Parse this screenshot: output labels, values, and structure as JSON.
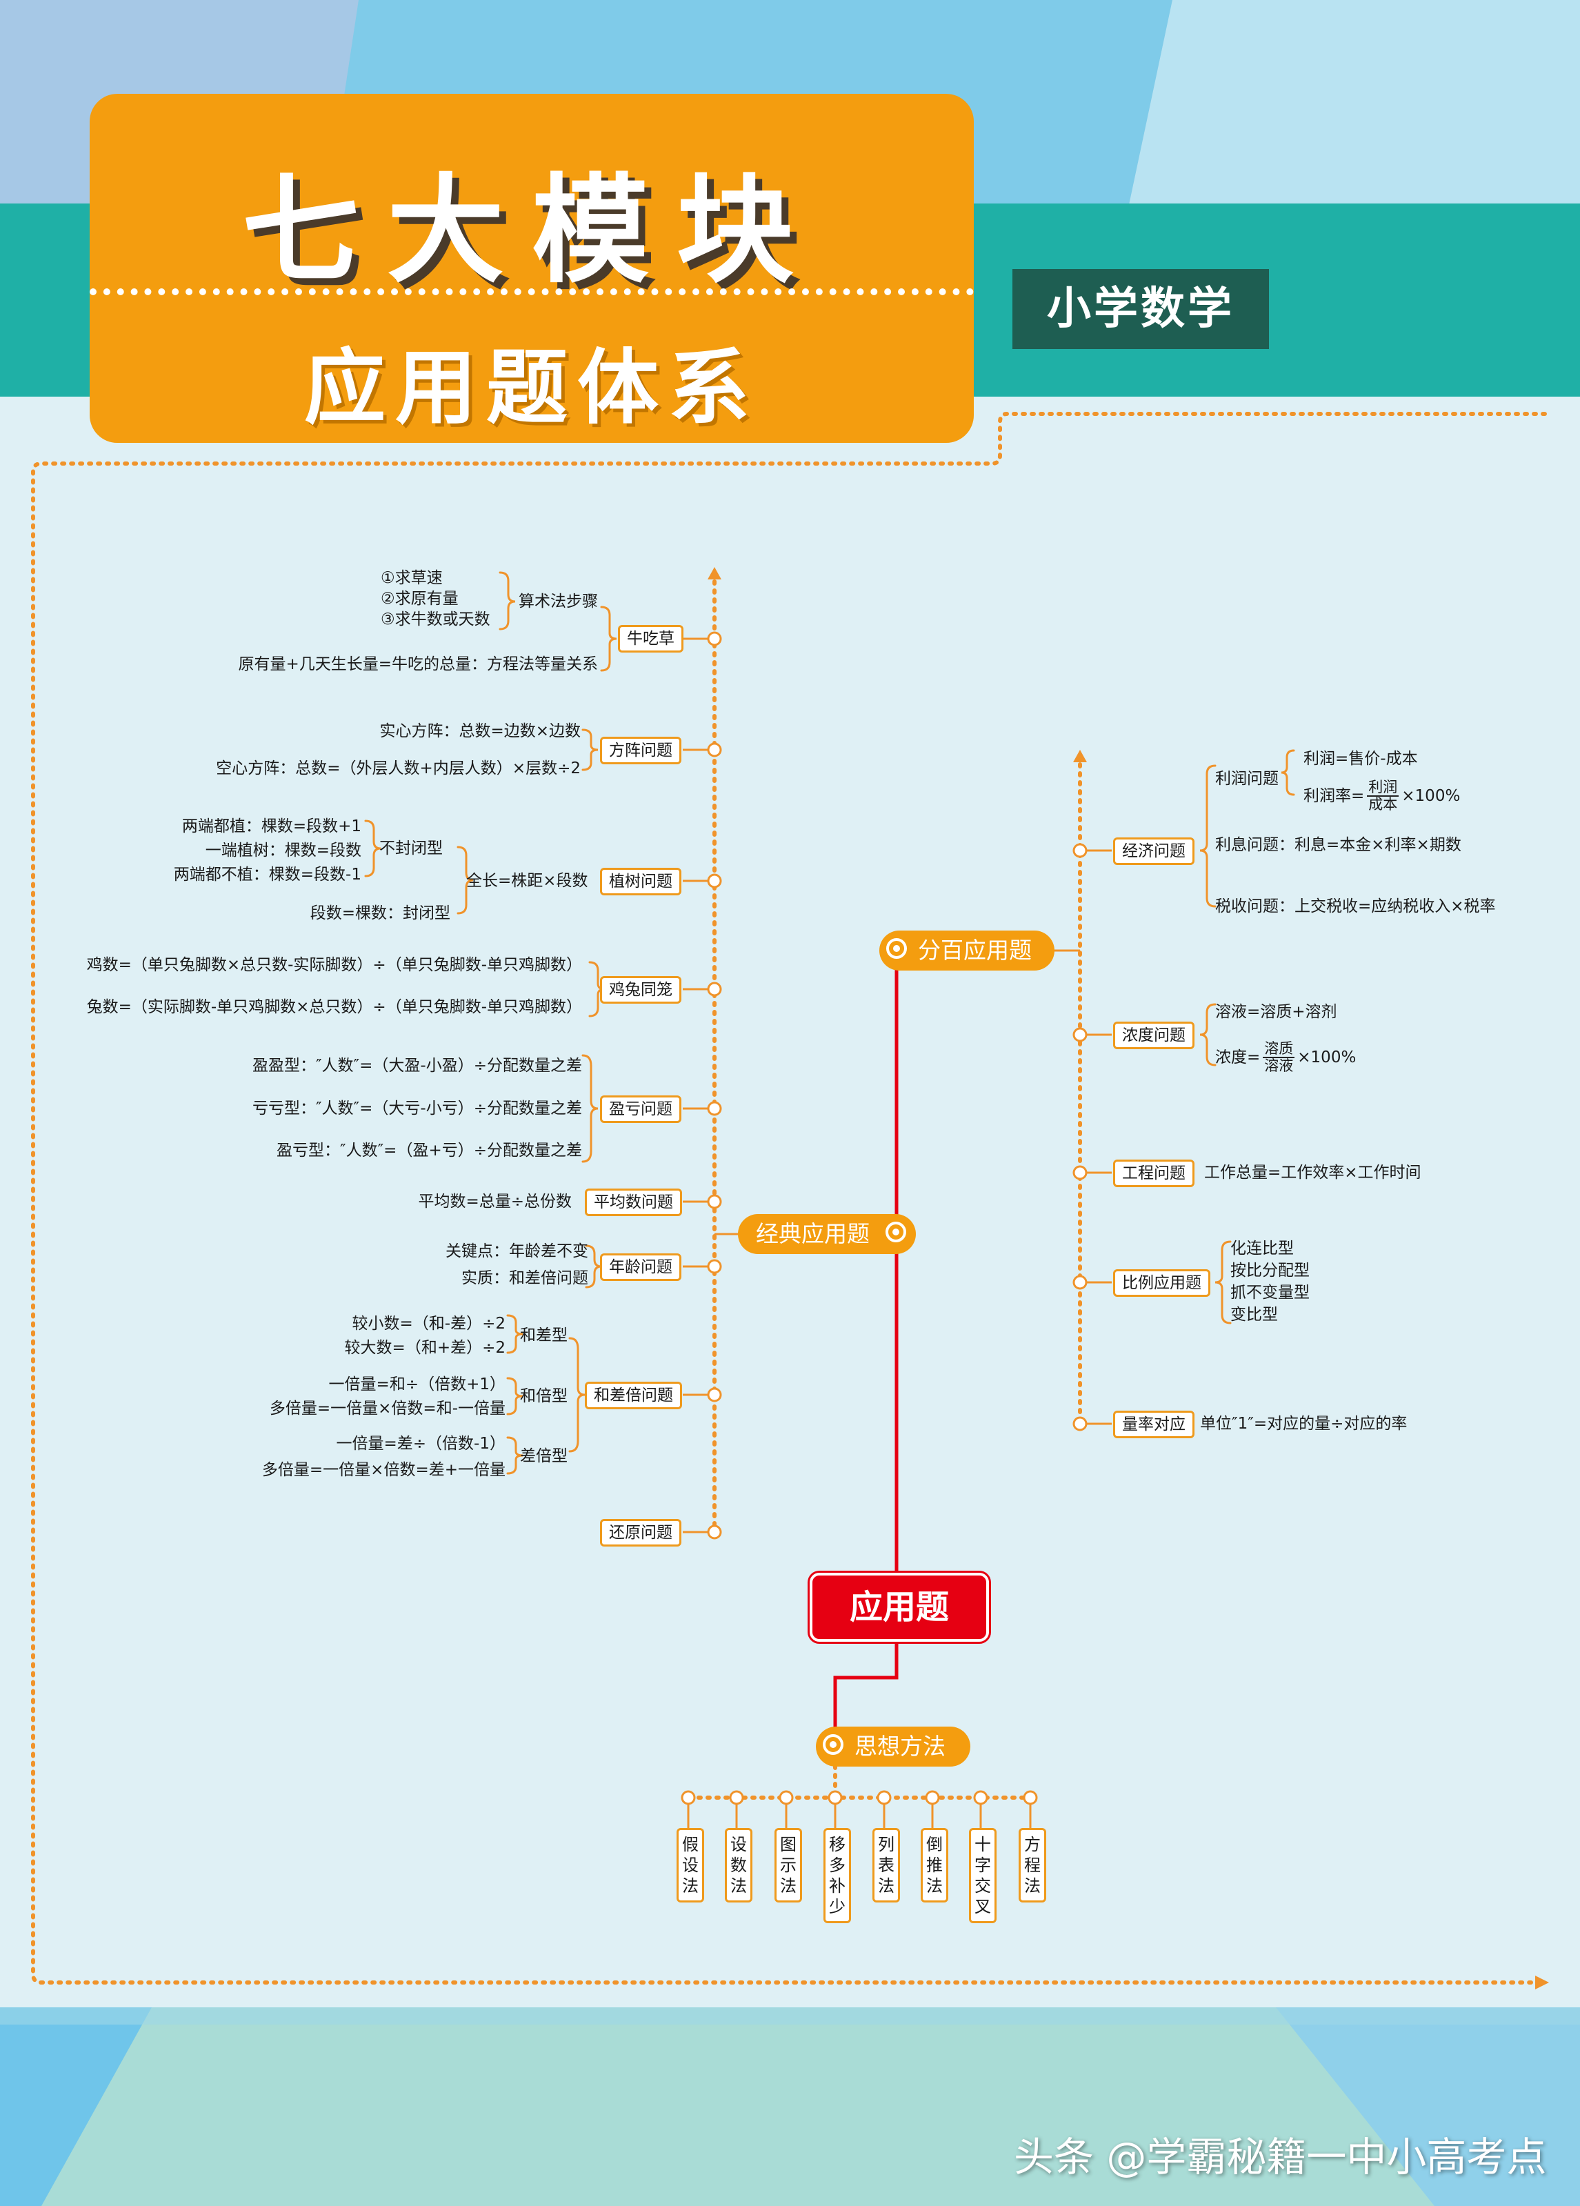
{
  "header": {
    "title": "七大模块",
    "subtitle": "应用题体系",
    "tag": "小学数学"
  },
  "root": "应用题",
  "classic": {
    "label": "经典应用题",
    "niu": {
      "label": "牛吃草",
      "steps": [
        "①求草速",
        "②求原有量",
        "③求牛数或天数"
      ],
      "steps_label": "算术法步骤",
      "equation": "原有量+几天生长量=牛吃的总量：方程法等量关系"
    },
    "fangzhen": {
      "label": "方阵问题",
      "items": [
        "实心方阵：总数=边数×边数",
        "空心方阵：总数=（外层人数+内层人数）×层数÷2"
      ]
    },
    "zhishu": {
      "label": "植树问题",
      "open": [
        "两端都植：棵数=段数+1",
        "一端植树：棵数=段数",
        "两端都不植：棵数=段数-1"
      ],
      "open_label": "不封闭型",
      "closed": "段数=棵数：封闭型",
      "formula": "全长=株距×段数"
    },
    "jitu": {
      "label": "鸡兔同笼",
      "items": [
        "鸡数=（单只兔脚数×总只数-实际脚数）÷（单只兔脚数-单只鸡脚数）",
        "兔数=（实际脚数-单只鸡脚数×总只数）÷（单只兔脚数-单只鸡脚数）"
      ]
    },
    "yingkui": {
      "label": "盈亏问题",
      "items": [
        "盈盈型：″人数″=（大盈-小盈）÷分配数量之差",
        "亏亏型：″人数″=（大亏-小亏）÷分配数量之差",
        "盈亏型：″人数″=（盈+亏）÷分配数量之差"
      ]
    },
    "pingjun": {
      "label": "平均数问题",
      "item": "平均数=总量÷总份数"
    },
    "nianling": {
      "label": "年龄问题",
      "items": [
        "关键点：年龄差不变",
        "实质：和差倍问题"
      ]
    },
    "hechabei": {
      "label": "和差倍问题",
      "hecha": {
        "label": "和差型",
        "items": [
          "较小数=（和-差）÷2",
          "较大数=（和+差）÷2"
        ]
      },
      "hebei": {
        "label": "和倍型",
        "items": [
          "一倍量=和÷（倍数+1）",
          "多倍量=一倍量×倍数=和-一倍量"
        ]
      },
      "chabei": {
        "label": "差倍型",
        "items": [
          "一倍量=差÷（倍数-1）",
          "多倍量=一倍量×倍数=差+一倍量"
        ]
      }
    },
    "huanyuan": {
      "label": "还原问题"
    }
  },
  "percent": {
    "label": "分百应用题",
    "jingji": {
      "label": "经济问题",
      "lirun_label": "利润问题",
      "lirun1": "利润=售价-成本",
      "lirun2_prefix": "利润率=",
      "lirun2_num": "利润",
      "lirun2_den": "成本",
      "lirun2_suffix": "×100%",
      "lixi": "利息问题：利息=本金×利率×期数",
      "shuishou": "税收问题：上交税收=应纳税收入×税率"
    },
    "nongdu": {
      "label": "浓度问题",
      "item1": "溶液=溶质+溶剂",
      "item2_prefix": "浓度=",
      "item2_num": "溶质",
      "item2_den": "溶液",
      "item2_suffix": "×100%"
    },
    "gongcheng": {
      "label": "工程问题",
      "item": "工作总量=工作效率×工作时间"
    },
    "bili": {
      "label": "比例应用题",
      "items": [
        "化连比型",
        "按比分配型",
        "抓不变量型",
        "变比型"
      ]
    },
    "liangl": {
      "label": "量率对应",
      "item": "单位″1″=对应的量÷对应的率"
    }
  },
  "methods": {
    "label": "思想方法",
    "items": [
      "假设法",
      "设数法",
      "图示法",
      "移多补少",
      "列表法",
      "倒推法",
      "十字交叉",
      "方程法"
    ]
  },
  "watermark": "头条 @学霸秘籍一中小高考点",
  "colors": {
    "orange": "#f49d0f",
    "red": "#e60012",
    "teal": "#1fb0a6",
    "dark_teal": "#1e5e52",
    "sky": "#7dcbe8"
  }
}
